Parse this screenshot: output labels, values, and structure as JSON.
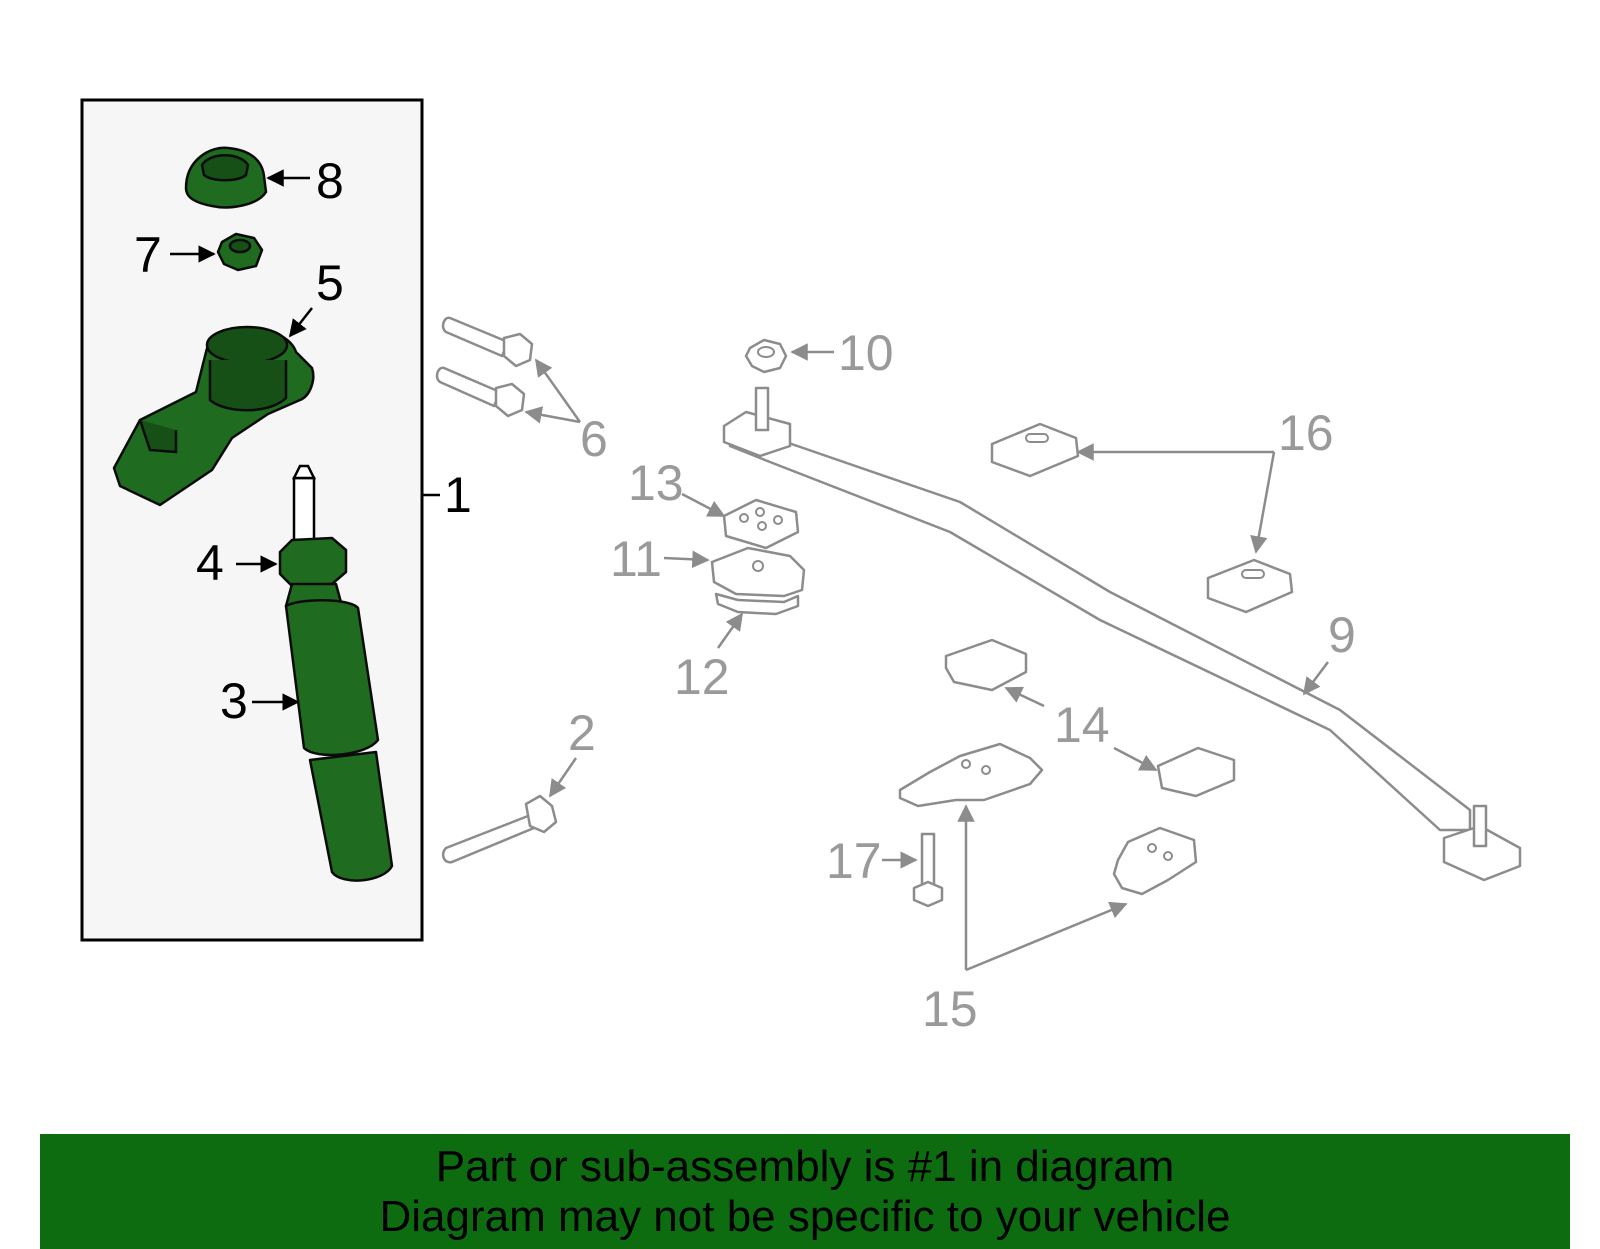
{
  "callouts": {
    "n1": "1",
    "n2": "2",
    "n3": "3",
    "n4": "4",
    "n5": "5",
    "n6": "6",
    "n7": "7",
    "n8": "8",
    "n9": "9",
    "n10": "10",
    "n11": "11",
    "n12": "12",
    "n13": "13",
    "n14": "14",
    "n15": "15",
    "n16": "16",
    "n17": "17"
  },
  "colors": {
    "highlight_part": "#1f6b1f",
    "other_part": "#8c8c8c",
    "banner": "#0d6b10"
  },
  "banner": {
    "line1": "Part or sub-assembly is #1 in diagram",
    "line2": "Diagram may not be specific to your vehicle"
  }
}
